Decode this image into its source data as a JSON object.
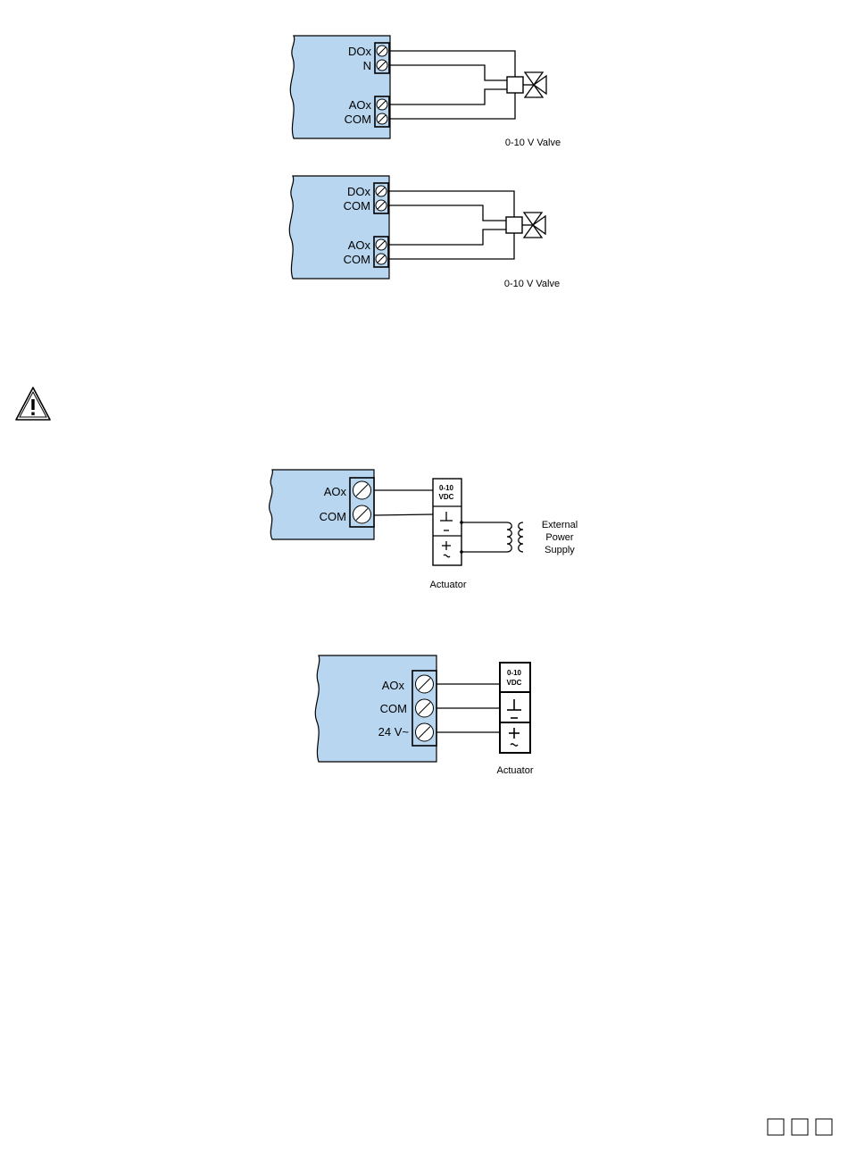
{
  "diagram1": {
    "terminals": [
      "DOx",
      "N",
      "AOx",
      "COM"
    ],
    "caption": "0-10 V Valve"
  },
  "diagram2": {
    "terminals": [
      "DOx",
      "COM",
      "AOx",
      "COM"
    ],
    "caption": "0-10 V Valve"
  },
  "diagram3": {
    "terminals": [
      "AOx",
      "COM"
    ],
    "actuator_signal": "0-10\nVDC",
    "actuator_signal_line1": "0-10",
    "actuator_signal_line2": "VDC",
    "supply_line1": "External",
    "supply_line2": "Power",
    "supply_line3": "Supply",
    "caption": "Actuator"
  },
  "diagram4": {
    "terminals": [
      "AOx",
      "COM",
      "24 V~"
    ],
    "actuator_signal_line1": "0-10",
    "actuator_signal_line2": "VDC",
    "caption": "Actuator"
  },
  "icons": [
    "warning-icon"
  ],
  "footer_boxes": 3
}
